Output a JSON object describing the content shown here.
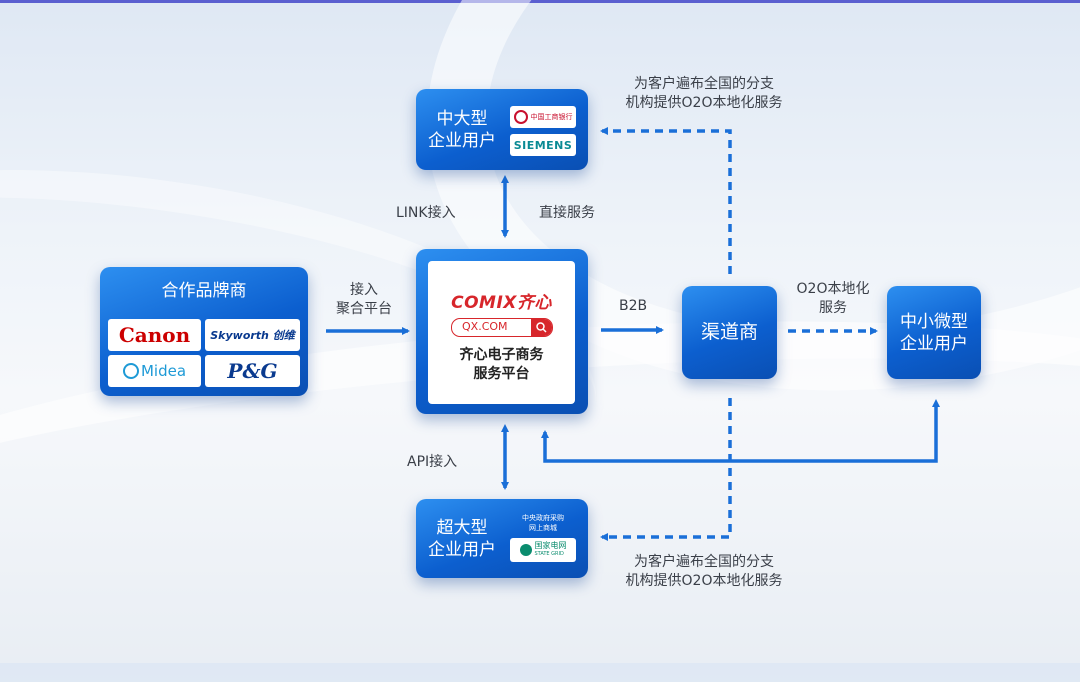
{
  "nodes": {
    "large_enterprise": {
      "line1": "中大型",
      "line2": "企业用户",
      "logo_icbc": "中国工商银行",
      "logo_siemens": "SIEMENS"
    },
    "brand_partners": {
      "title": "合作品牌商",
      "logo_canon": "Canon",
      "logo_skyworth": "Skyworth 创维",
      "logo_midea": "Midea",
      "logo_pg": "P&G"
    },
    "platform": {
      "brand": "COMIX齐心",
      "domain": "QX.COM",
      "line1": "齐心电子商务",
      "line2": "服务平台"
    },
    "channel": {
      "title": "渠道商"
    },
    "sme": {
      "line1": "中小微型",
      "line2": "企业用户"
    },
    "super_enterprise": {
      "line1": "超大型",
      "line2": "企业用户",
      "gov_line1": "中央政府采购",
      "gov_line2": "网上商城",
      "logo_sgcc_cn": "国家电网",
      "logo_sgcc_en": "STATE GRID"
    }
  },
  "labels": {
    "top_service_line1": "为客户遍布全国的分支",
    "top_service_line2": "机构提供O2O本地化服务",
    "link": "LINK接入",
    "direct": "直接服务",
    "aggregate_line1": "接入",
    "aggregate_line2": "聚合平台",
    "b2b": "B2B",
    "o2o_line1": "O2O本地化",
    "o2o_line2": "服务",
    "api": "API接入",
    "bottom_service_line1": "为客户遍布全国的分支",
    "bottom_service_line2": "机构提供O2O本地化服务"
  },
  "colors": {
    "accent": "#1a6fd8",
    "box": "#0c5fcf",
    "comix_red": "#d7262b",
    "canon_red": "#cc0000",
    "pg_blue": "#0a3a8f",
    "midea_blue": "#1e9ad6",
    "sgcc_green": "#0a8c6e",
    "label": "#3a3f48"
  }
}
